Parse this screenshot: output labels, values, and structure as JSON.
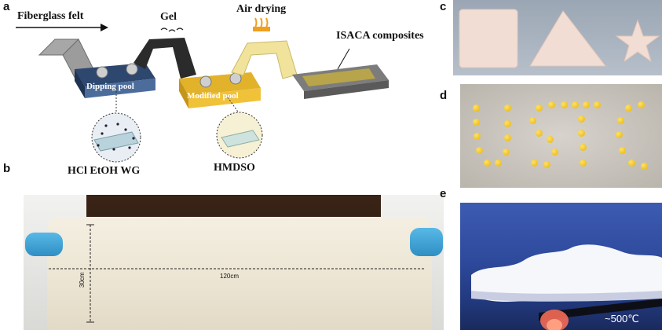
{
  "panels": {
    "a": {
      "letter": "a",
      "fiberglass_felt": "Fiberglass felt",
      "gel": "Gel",
      "air_drying": "Air drying",
      "isaca": "ISACA composites",
      "dipping_pool": "Dipping pool",
      "modified_pool": "Modified pool",
      "reagents": "HCl  EtOH  WG",
      "hmdso": "HMDSO"
    },
    "b": {
      "letter": "b",
      "length": "120cm",
      "width": "30cm"
    },
    "c": {
      "letter": "c"
    },
    "d": {
      "letter": "d"
    },
    "e": {
      "letter": "e",
      "temperature": "~500℃"
    }
  },
  "colors": {
    "dipping_pool": "#3e5b85",
    "modified_pool": "#f0c23a",
    "gel_sheet": "#2b2b2b",
    "dried_sheet": "#f1e39b",
    "felt_roll": "#8d8d8d",
    "droplet": "#f2c400",
    "flame_bg": "#2e4a9c"
  }
}
